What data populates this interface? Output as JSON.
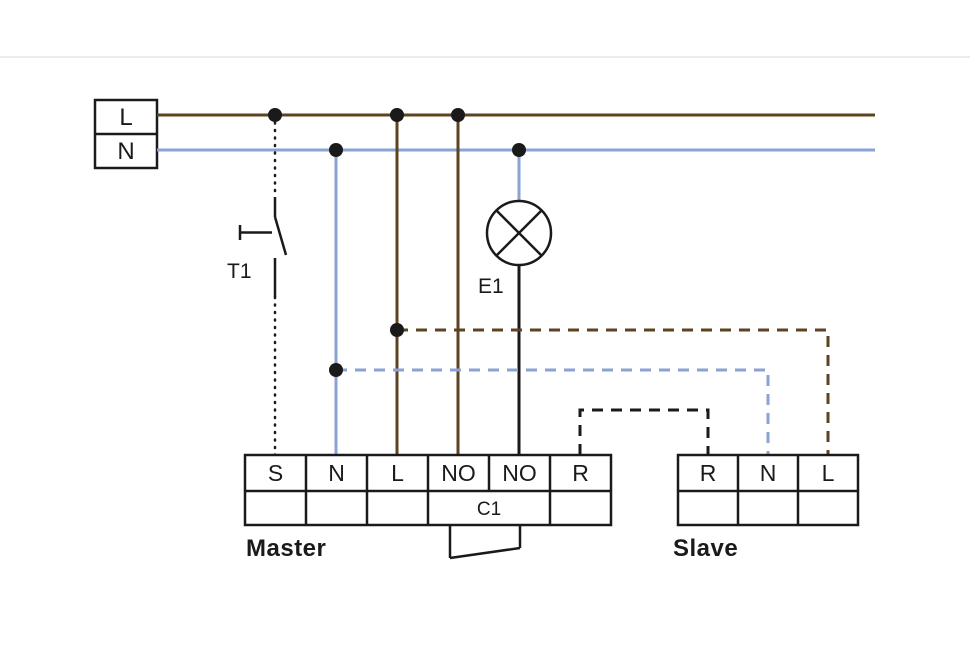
{
  "supply": {
    "l_label": "L",
    "n_label": "N"
  },
  "components": {
    "switch_label": "T1",
    "lamp_label": "E1",
    "contact_label": "C1"
  },
  "master": {
    "caption": "Master",
    "terminals": [
      "S",
      "N",
      "L",
      "NO",
      "NO",
      "R"
    ]
  },
  "slave": {
    "caption": "Slave",
    "terminals": [
      "R",
      "N",
      "L"
    ]
  },
  "colors": {
    "live_wire": "#5c4322",
    "neutral_wire": "#8aa2d4",
    "signal_wire": "#1a1a1a"
  }
}
